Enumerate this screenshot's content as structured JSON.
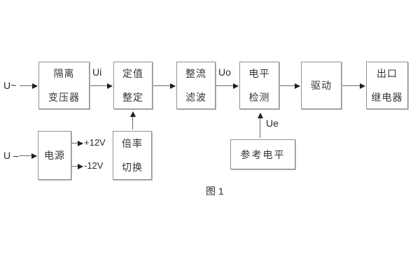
{
  "colors": {
    "background": "#ffffff",
    "box_border": "#919191",
    "text": "#333333",
    "arrow": "#1f1f1f"
  },
  "labels": {
    "input_ac": "U~",
    "input_dc": "U –",
    "signal_ui": "Ui",
    "signal_uo": "Uo",
    "signal_ue": "Ue",
    "rail_positive": "+12V",
    "rail_negative": "-12V",
    "caption": "图 1"
  },
  "blocks": {
    "isolation_transformer": {
      "line1": "隔离",
      "line2": "变压器"
    },
    "setting_adjustment": {
      "line1": "定值",
      "line2": "整定"
    },
    "rectifier_filter": {
      "line1": "整流",
      "line2": "滤波"
    },
    "level_detection": {
      "line1": "电平",
      "line2": "检测"
    },
    "driver": {
      "line1": "驱动"
    },
    "output_relay": {
      "line1": "出口",
      "line2": "继电器"
    },
    "power_supply": {
      "line1": "电源"
    },
    "ratio_switching": {
      "line1": "倍率",
      "line2": "切换"
    },
    "reference_level": {
      "line1": "参考电平"
    }
  }
}
